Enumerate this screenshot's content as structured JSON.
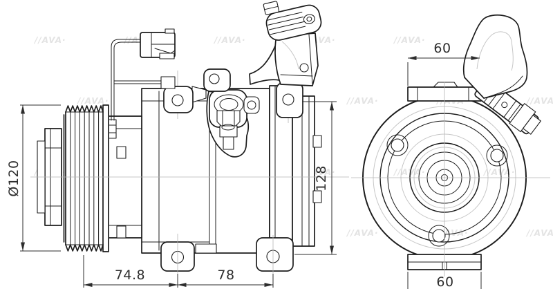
{
  "watermark": {
    "text": "//AVA·"
  },
  "dimensions": {
    "pulley_diameter": {
      "label": "Ø120"
    },
    "front_mount_spacing": {
      "label": "74.8"
    },
    "rear_mount_spacing": {
      "label": "78"
    },
    "body_height": {
      "label": "128"
    },
    "top_mount_width": {
      "label": "60"
    },
    "bottom_mount_width": {
      "label": "60"
    }
  }
}
